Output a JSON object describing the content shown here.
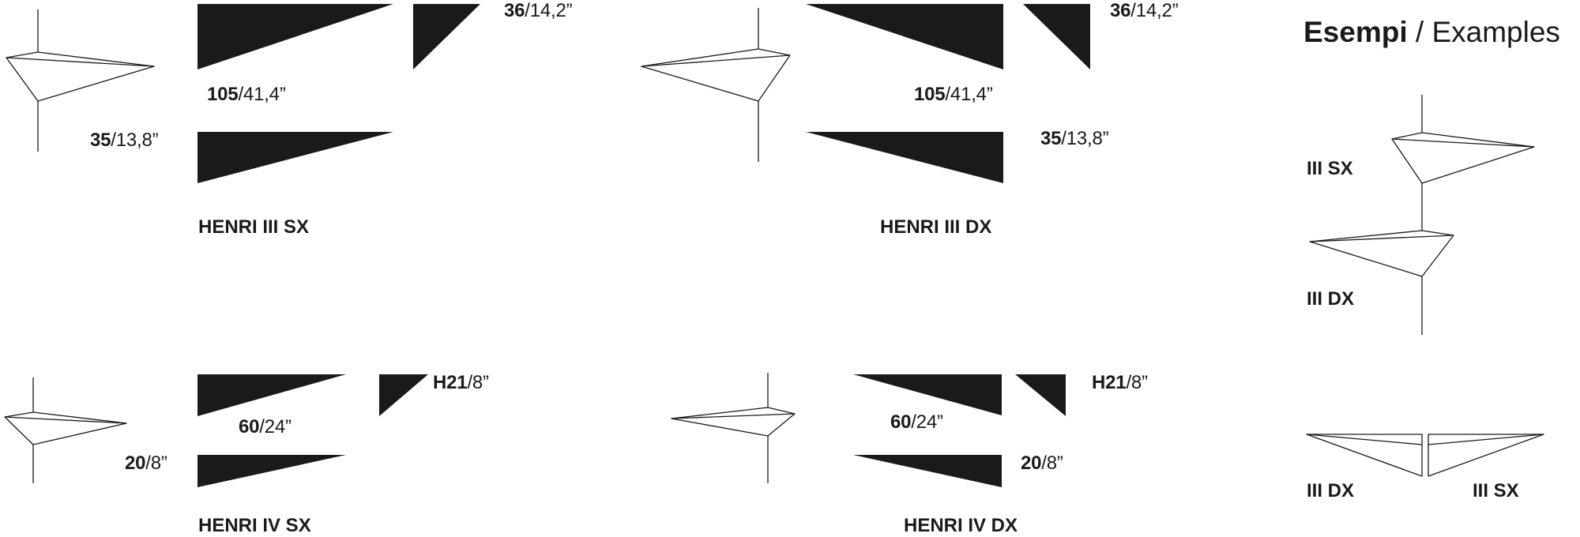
{
  "header": {
    "title_bold": "Esempi",
    "title_rest": " / Examples"
  },
  "products": [
    {
      "name": "HENRI III SX",
      "dims": [
        {
          "bold": "36",
          "rest": "/14,2”"
        },
        {
          "bold": "105",
          "rest": "/41,4”"
        },
        {
          "bold": "35",
          "rest": "/13,8”"
        }
      ]
    },
    {
      "name": "HENRI III DX",
      "dims": [
        {
          "bold": "36",
          "rest": "/14,2”"
        },
        {
          "bold": "105",
          "rest": "/41,4”"
        },
        {
          "bold": "35",
          "rest": "/13,8”"
        }
      ]
    },
    {
      "name": "HENRI IV SX",
      "dims": [
        {
          "bold": "H21",
          "rest": "/8”"
        },
        {
          "bold": "60",
          "rest": "/24”"
        },
        {
          "bold": "20",
          "rest": "/8”"
        }
      ]
    },
    {
      "name": "HENRI IV DX",
      "dims": [
        {
          "bold": "H21",
          "rest": "/8”"
        },
        {
          "bold": "60",
          "rest": "/24”"
        },
        {
          "bold": "20",
          "rest": "/8”"
        }
      ]
    }
  ],
  "examples": {
    "stack_top": "III SX",
    "stack_bottom": "III DX",
    "pair_left": "III DX",
    "pair_right": "III SX"
  },
  "colors": {
    "fill": "#1a1a1a",
    "stroke": "#1a1a1a",
    "background": "#ffffff"
  }
}
